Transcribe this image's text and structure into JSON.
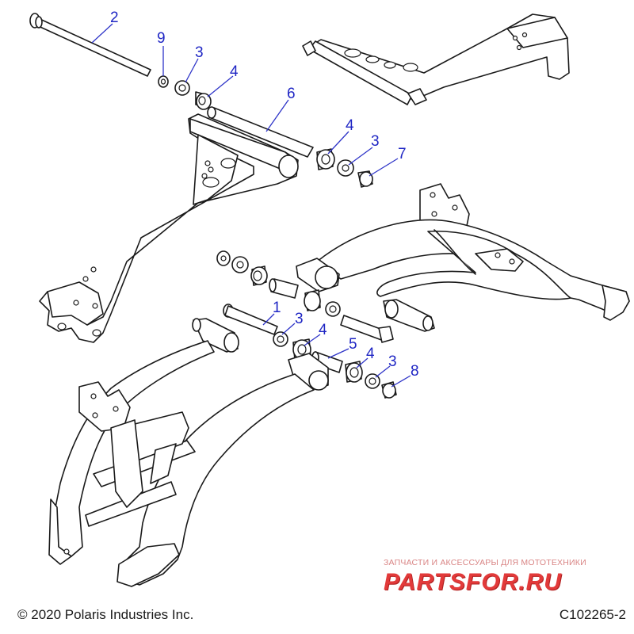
{
  "callouts": [
    {
      "id": "c2a",
      "label": "2"
    },
    {
      "id": "c9",
      "label": "9"
    },
    {
      "id": "c3a",
      "label": "3"
    },
    {
      "id": "c4a",
      "label": "4"
    },
    {
      "id": "c6",
      "label": "6"
    },
    {
      "id": "c4b",
      "label": "4"
    },
    {
      "id": "c3b",
      "label": "3"
    },
    {
      "id": "c7",
      "label": "7"
    },
    {
      "id": "c1",
      "label": "1"
    },
    {
      "id": "c3c",
      "label": "3"
    },
    {
      "id": "c4c",
      "label": "4"
    },
    {
      "id": "c5",
      "label": "5"
    },
    {
      "id": "c4d",
      "label": "4"
    },
    {
      "id": "c3d",
      "label": "3"
    },
    {
      "id": "c8",
      "label": "8"
    }
  ],
  "footer": {
    "copyright": "© 2020 Polaris Industries Inc.",
    "figure_id": "C102265-2"
  },
  "watermark": {
    "tagline": "ЗАПЧАСТИ И АКСЕССУАРЫ ДЛЯ МОТОТЕХНИКИ",
    "brand": "PARTSFOR.RU"
  },
  "colors": {
    "callout": "#1f26c4",
    "watermark": "#e23a3a"
  }
}
